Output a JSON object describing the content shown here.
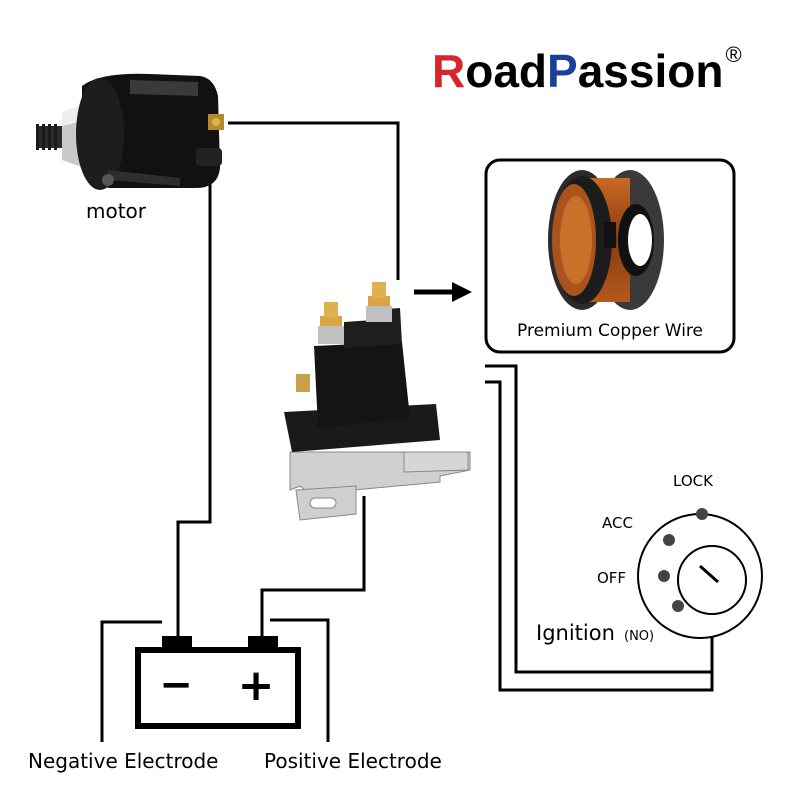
{
  "brand": {
    "r_letter": "R",
    "oad": "oad",
    "p_letter": "P",
    "assion": "assion",
    "registered": "®",
    "colors": {
      "red": "#d7262b",
      "blue": "#1b3f9a",
      "black": "#000000"
    }
  },
  "labels": {
    "motor": "motor",
    "copper_wire": "Premium Copper Wire",
    "lock": "LOCK",
    "acc": "ACC",
    "off": "OFF",
    "ignition": "Ignition",
    "ignition_note": "(NO)",
    "negative_electrode": "Negative Electrode",
    "positive_electrode": "Positive Electrode"
  },
  "battery": {
    "minus": "−",
    "plus": "+"
  },
  "icons": [
    "starter-motor-icon",
    "copper-coil-icon",
    "solenoid-relay-icon",
    "battery-icon",
    "ignition-switch-icon",
    "arrow-right-icon"
  ]
}
